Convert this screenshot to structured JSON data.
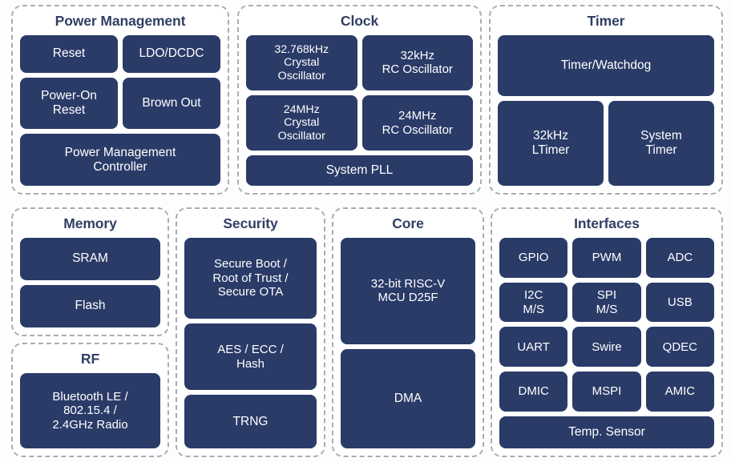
{
  "diagram": {
    "colors": {
      "block_fill": "#2A3B68",
      "block_text": "#FFFFFF",
      "panel_border": "#A7ADB6",
      "panel_background": "#FFFFFF",
      "title_text": "#313F63",
      "page_background": "#FDFDFD"
    }
  },
  "power_management": {
    "title": "Power Management",
    "blocks": {
      "reset": "Reset",
      "ldo_dcdc": "LDO/DCDC",
      "power_on_reset": "Power-On\nReset",
      "brown_out": "Brown Out",
      "pmc": "Power Management\nController"
    }
  },
  "clock": {
    "title": "Clock",
    "blocks": {
      "xtal_32768": "32.768kHz\nCrystal\nOscillator",
      "rc_32k": "32kHz\nRC Oscillator",
      "xtal_24m": "24MHz\nCrystal\nOscillator",
      "rc_24m": "24MHz\nRC Oscillator",
      "system_pll": "System PLL"
    }
  },
  "timer": {
    "title": "Timer",
    "blocks": {
      "timer_watchdog": "Timer/Watchdog",
      "ltimer_32k": "32kHz\nLTimer",
      "system_timer": "System\nTimer"
    }
  },
  "memory": {
    "title": "Memory",
    "blocks": {
      "sram": "SRAM",
      "flash": "Flash"
    }
  },
  "rf": {
    "title": "RF",
    "blocks": {
      "radio": "Bluetooth LE /\n802.15.4 /\n2.4GHz Radio"
    }
  },
  "security": {
    "title": "Security",
    "blocks": {
      "secure_boot": "Secure Boot /\nRoot of Trust /\nSecure OTA",
      "crypto": "AES / ECC /\nHash",
      "trng": "TRNG"
    }
  },
  "core": {
    "title": "Core",
    "blocks": {
      "mcu": "32-bit RISC-V\nMCU D25F",
      "dma": "DMA"
    }
  },
  "interfaces": {
    "title": "Interfaces",
    "grid": [
      "GPIO",
      "PWM",
      "ADC",
      "I2C\nM/S",
      "SPI\nM/S",
      "USB",
      "UART",
      "Swire",
      "QDEC",
      "DMIC",
      "MSPI",
      "AMIC"
    ],
    "footer": "Temp. Sensor"
  }
}
